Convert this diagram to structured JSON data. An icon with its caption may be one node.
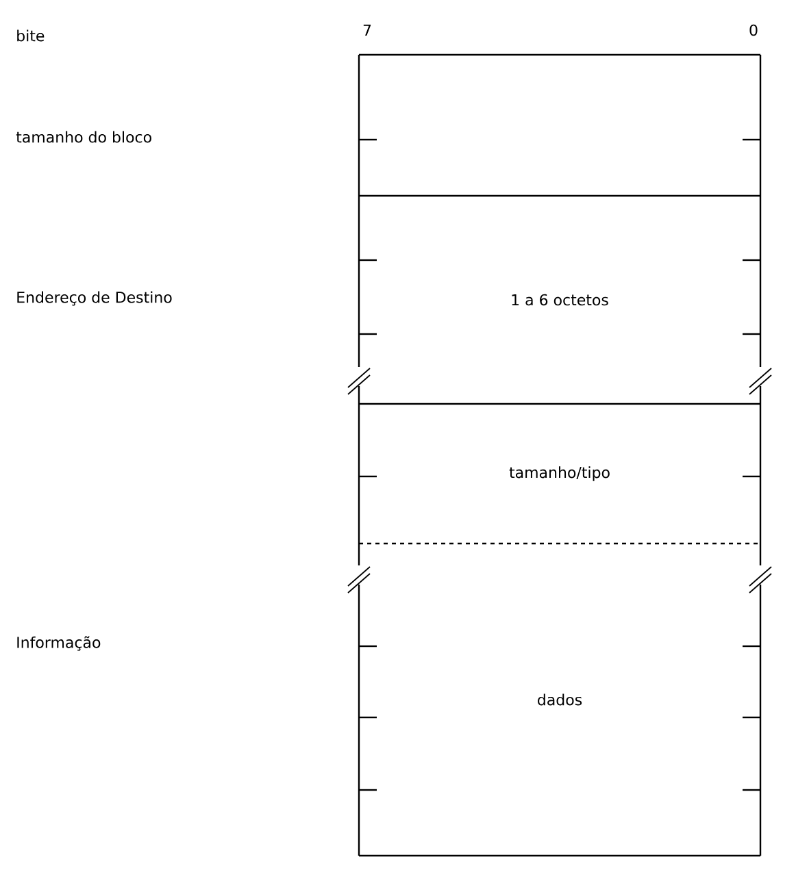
{
  "diagram": {
    "nodes": [
      {
        "text": [],
        "shape": "box"
      },
      {
        "text": [
          "1 a 6 octetos"
        ]
      },
      {
        "text": [
          "tamanho/tipo"
        ]
      },
      {
        "text": [
          "dados"
        ]
      }
    ],
    "labels": [
      "bite",
      "7",
      "0",
      "tamanho do bloco",
      "Endereço de Destino",
      "Informação"
    ]
  }
}
